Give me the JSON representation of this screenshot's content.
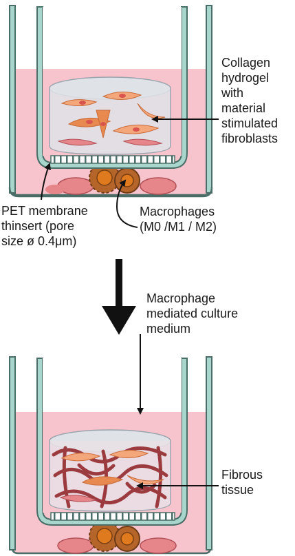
{
  "labels": {
    "collagen": [
      "Collagen",
      "hydrogel",
      "with",
      "material",
      "stimulated",
      "fibroblasts"
    ],
    "pet": [
      "PET membrane",
      "thinsert (pore",
      "size ø 0.4μm)"
    ],
    "macrophages": [
      "Macrophages",
      "(M0 /M1 / M2)"
    ],
    "medium": [
      "Macrophage",
      "mediated culture",
      "medium"
    ],
    "fibrous": [
      "Fibrous",
      "tissue"
    ]
  },
  "colors": {
    "wall": "#a9d6cc",
    "wall_stroke": "#4a6e67",
    "medium": "#f7c3cc",
    "gel": "#dfe3e8",
    "fibroblast": "#f4a77a",
    "fibroblast_dark": "#e8894f",
    "red_cell": "#e6868a",
    "collagen_fiber": "#9c3b3f",
    "macrophage": "#b5642a",
    "macrophage_nucleus": "#e07a1f",
    "arrow": "#111111"
  }
}
